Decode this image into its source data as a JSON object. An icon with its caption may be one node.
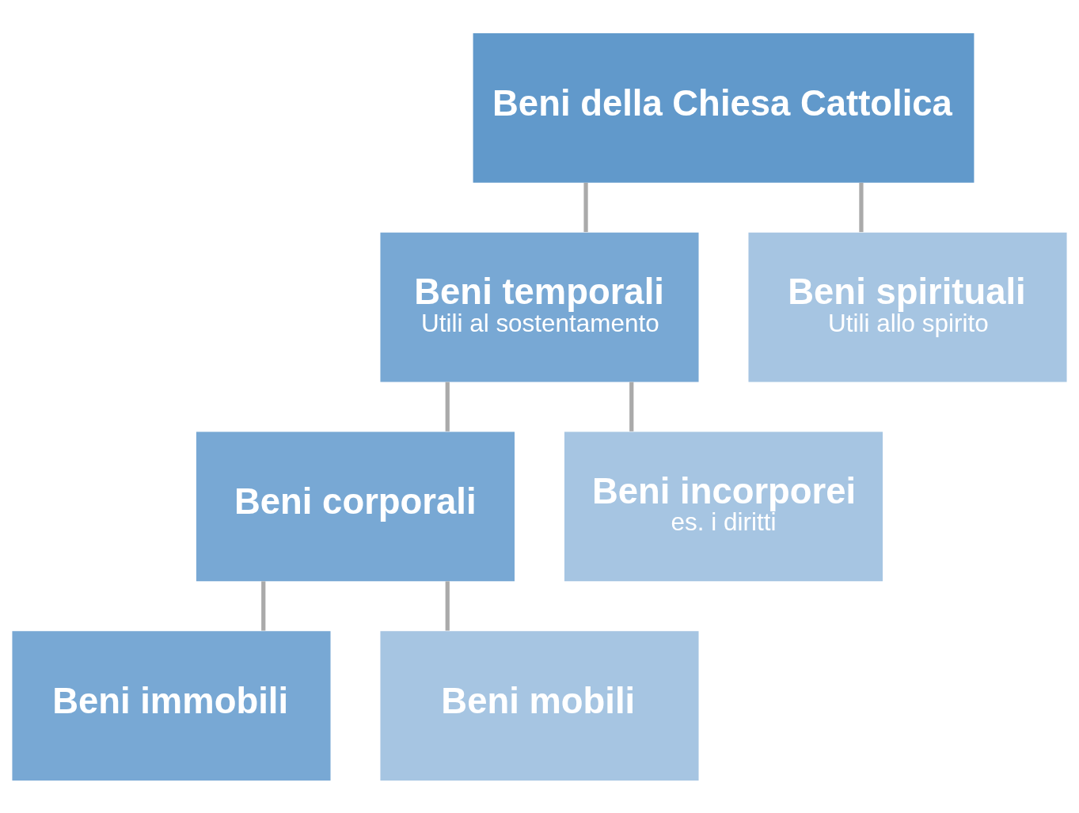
{
  "diagram": {
    "nodes": [
      {
        "text": [
          "Beni della Chiesa Cattolica"
        ]
      },
      {
        "text": [
          "Beni temporali",
          "Utili al sostentamento"
        ]
      },
      {
        "text": [
          "Beni spirituali",
          "Utili allo spirito"
        ]
      },
      {
        "text": [
          "Beni corporali"
        ]
      },
      {
        "text": [
          "Beni incorporei",
          "es. i diritti"
        ]
      },
      {
        "text": [
          "Beni immobili"
        ]
      },
      {
        "text": [
          "Beni mobili"
        ]
      }
    ],
    "edges": [
      {
        "from": 0,
        "to": 1,
        "arrow": "none"
      },
      {
        "from": 0,
        "to": 2,
        "arrow": "none"
      },
      {
        "from": 1,
        "to": 3,
        "arrow": "none"
      },
      {
        "from": 1,
        "to": 4,
        "arrow": "none"
      },
      {
        "from": 3,
        "to": 5,
        "arrow": "none"
      },
      {
        "from": 3,
        "to": 6,
        "arrow": "none"
      }
    ]
  }
}
